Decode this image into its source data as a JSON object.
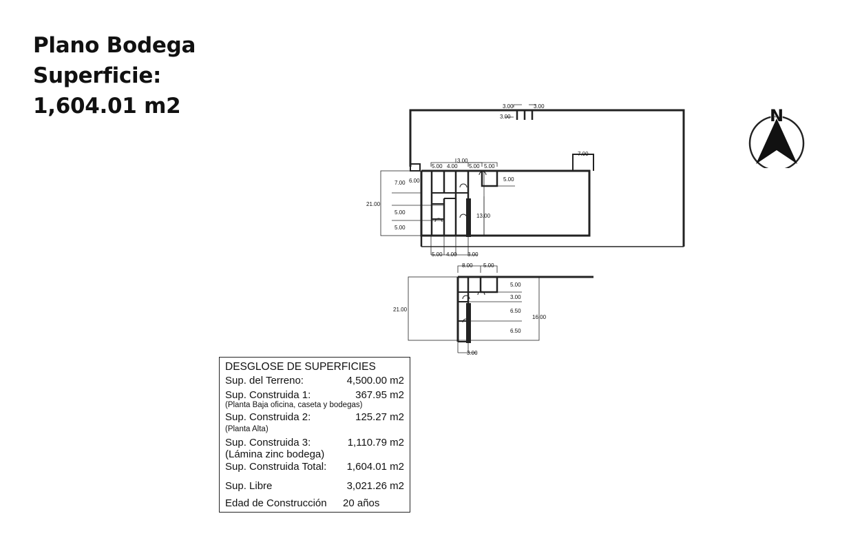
{
  "title": {
    "line1": "Plano Bodega",
    "line2": "Superficie:",
    "line3": "1,604.01 m2"
  },
  "compass": {
    "letter": "N",
    "icon": "north-arrow-icon"
  },
  "dimensions": {
    "top_gate_a": "3.00",
    "top_gate_b": "3.00",
    "top_gate_c": "3.00",
    "top_right_notch": "7.00",
    "row_top": [
      "5.00",
      "4.00",
      "3.00",
      "5.00",
      "5.00"
    ],
    "left_total": "21.00",
    "left_7": "7.00",
    "left_6": "6.00",
    "left_5a": "5.00",
    "left_5b": "5.00",
    "right_5": "5.00",
    "right_13": "13.00",
    "bottom_row": [
      "5.00",
      "4.00",
      "3.00"
    ],
    "lower_top": [
      "8.00",
      "5.00"
    ],
    "lower_left_total": "21.00",
    "lower_right": [
      "5.00",
      "3.00",
      "6.50",
      "6.50"
    ],
    "lower_right_total": "16.00",
    "lower_bottom": "3.00"
  },
  "table": {
    "header": "DESGLOSE DE SUPERFICIES",
    "terreno_label": "Sup. del Terreno:",
    "terreno_value": "4,500.00 m2",
    "c1_label": "Sup. Construida 1:",
    "c1_value": "367.95 m2",
    "c1_note": "(Planta Baja oficina, caseta y bodegas)",
    "c2_label": "Sup. Construida 2:",
    "c2_value": "125.27 m2",
    "c2_note": "(Planta Alta)",
    "c3_label": "Sup. Construida 3:",
    "c3_value": "1,110.79 m2",
    "c3_note": "(Lámina zinc bodega)",
    "total_label": "Sup. Construida Total:",
    "total_value": "1,604.01 m2",
    "libre_label": "Sup. Libre",
    "libre_value": "3,021.26 m2",
    "edad_label": "Edad de Construcción",
    "edad_value": "20 años"
  }
}
